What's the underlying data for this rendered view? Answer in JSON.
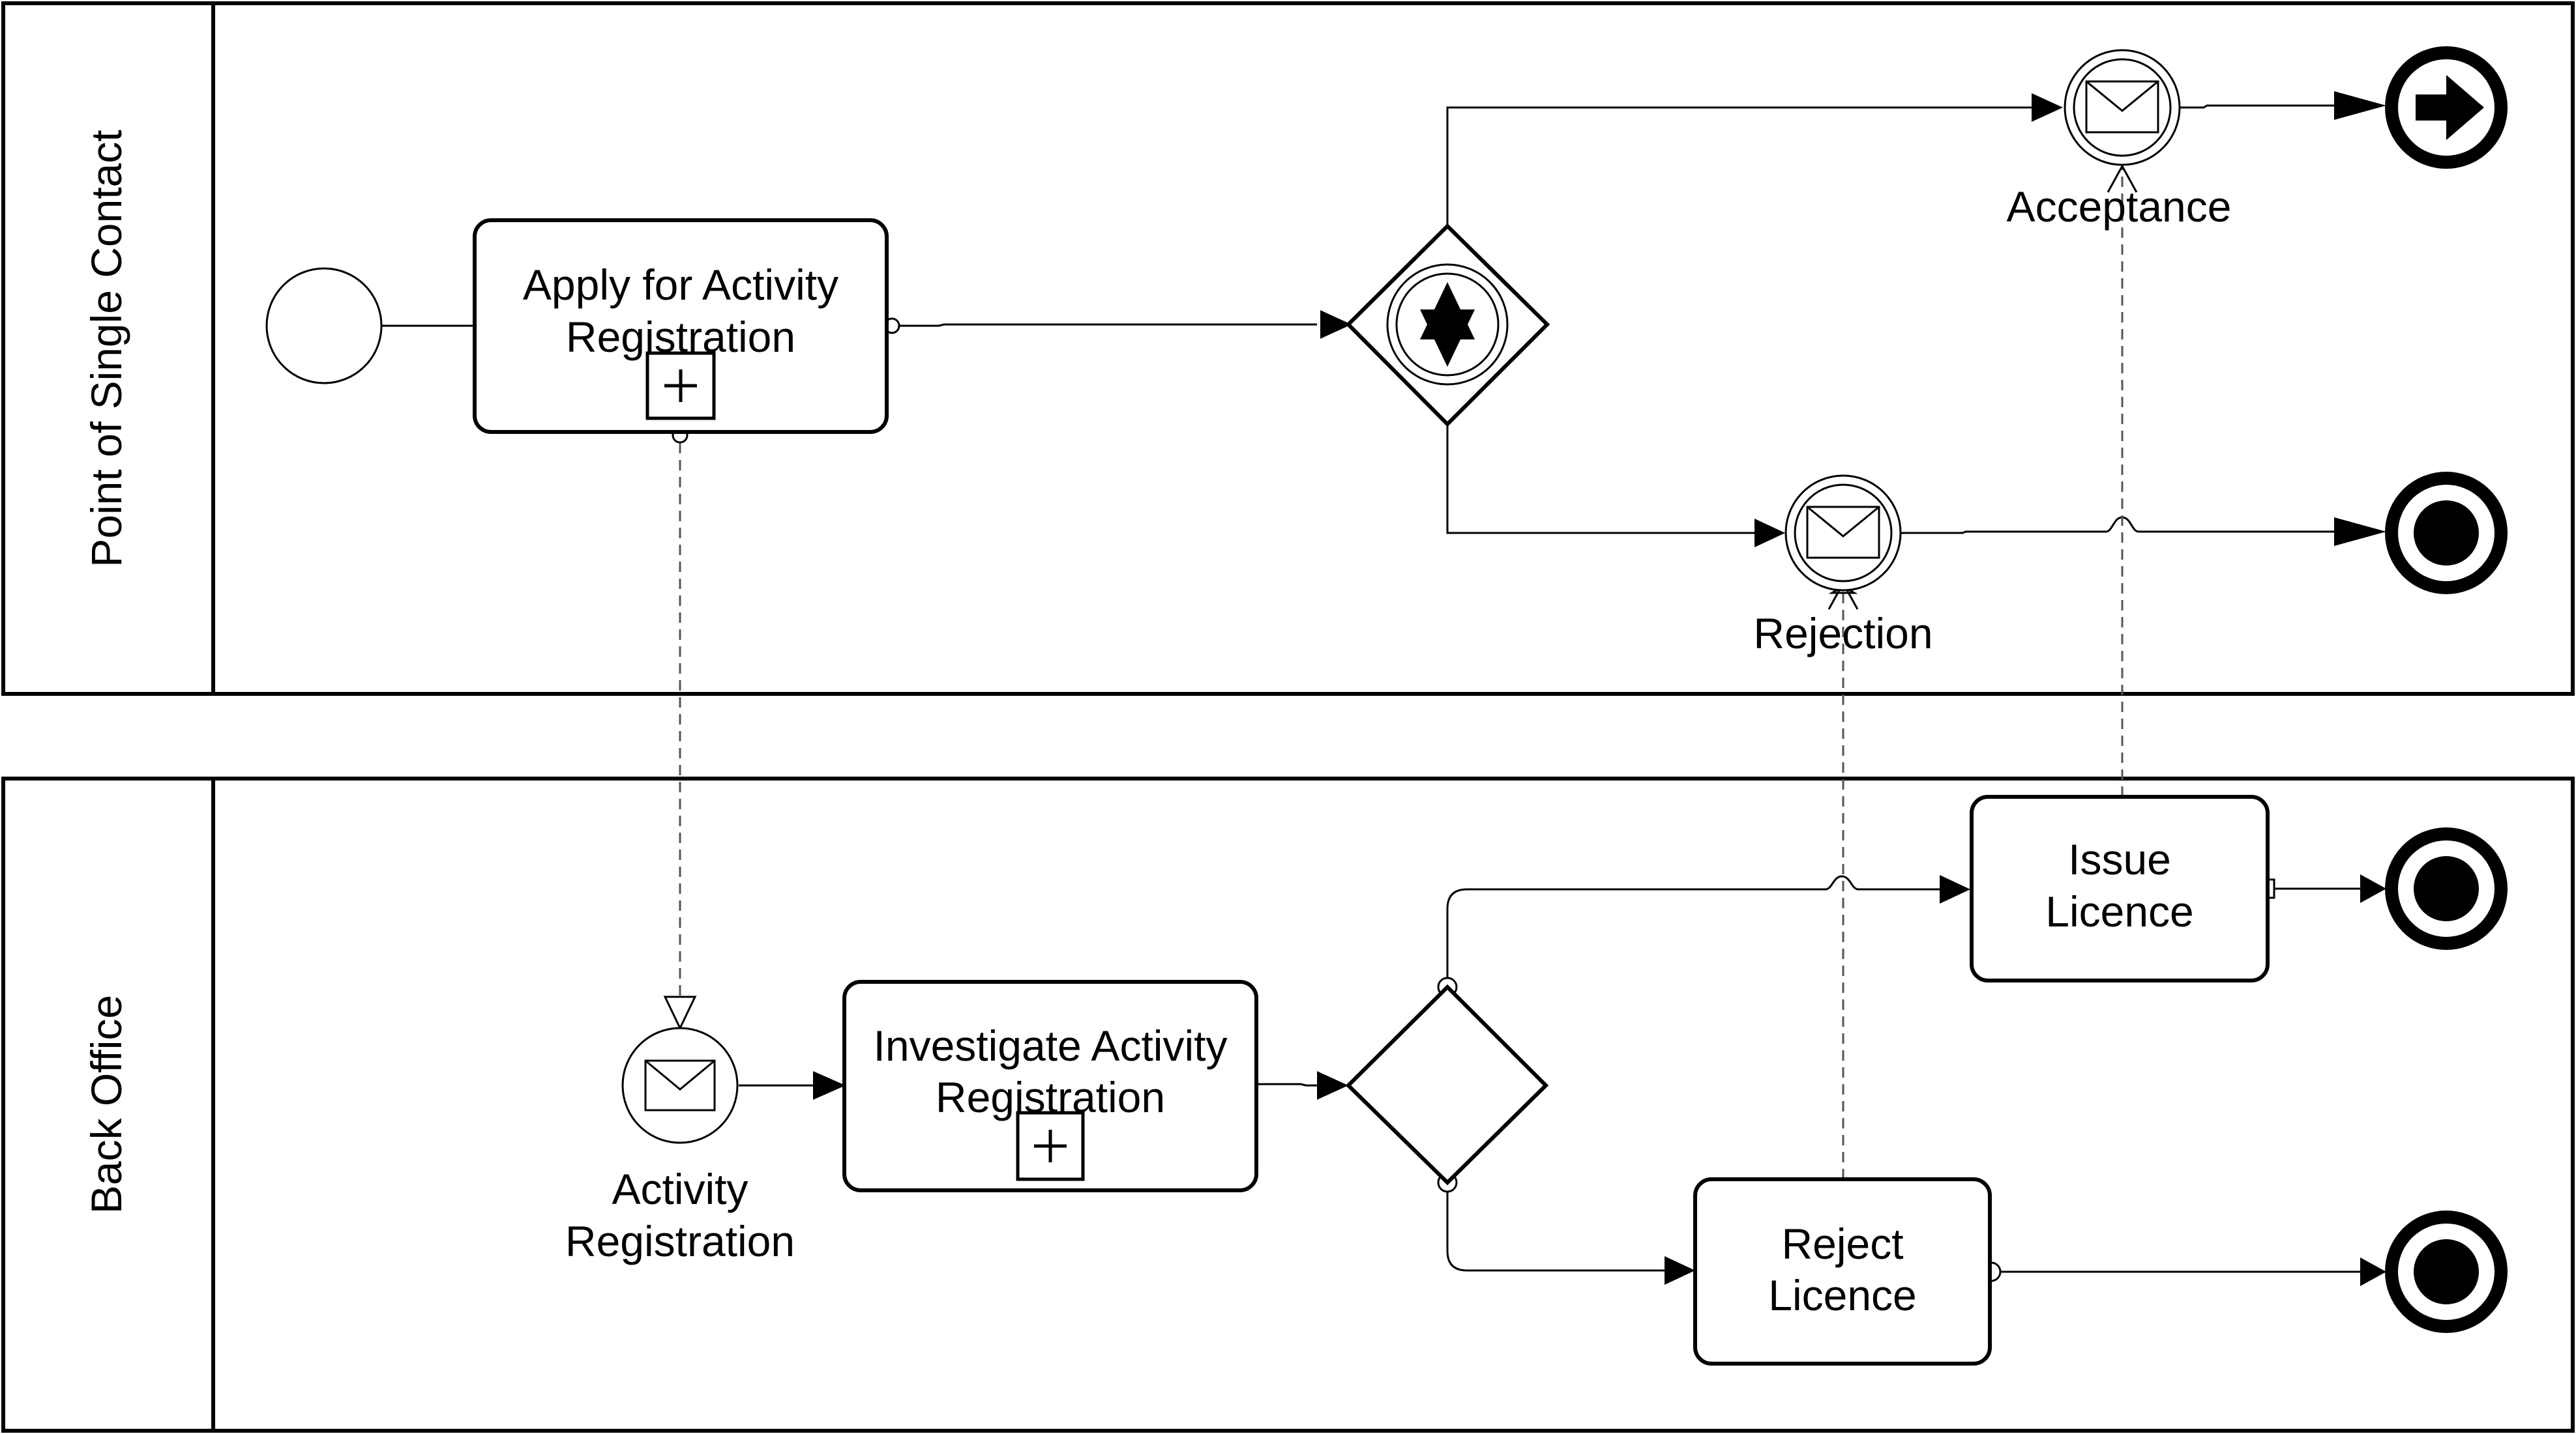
{
  "pools": [
    {
      "id": "pool-psc",
      "name": "Point of Single Contact"
    },
    {
      "id": "pool-bo",
      "name": "Back Office"
    }
  ],
  "tasks": {
    "apply": [
      "Apply for Activity",
      "Registration"
    ],
    "investigate": [
      "Investigate Activity",
      "Registration"
    ],
    "issue": [
      "Issue",
      "Licence"
    ],
    "reject": [
      "Reject",
      "Licence"
    ]
  },
  "events": {
    "acceptance": "Acceptance",
    "rejection": "Rejection",
    "activity_registration": [
      "Activity",
      "Registration"
    ]
  },
  "icons": {
    "subprocess_marker": "plus-icon",
    "message": "envelope-icon",
    "gateway_event": "star-icon",
    "end_signal": "arrow-right-icon"
  }
}
